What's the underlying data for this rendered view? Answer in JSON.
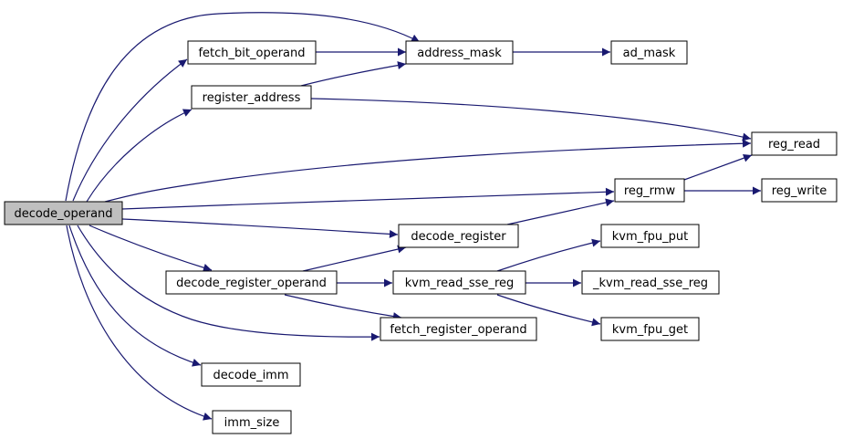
{
  "colors": {
    "edge": "#191970",
    "root_fill": "#bfbfbf",
    "node_fill": "#ffffff",
    "border": "#000000"
  },
  "nodes": {
    "decode_operand": "decode_operand",
    "fetch_bit_operand": "fetch_bit_operand",
    "register_address": "register_address",
    "address_mask": "address_mask",
    "ad_mask": "ad_mask",
    "reg_read": "reg_read",
    "reg_rmw": "reg_rmw",
    "reg_write": "reg_write",
    "decode_register": "decode_register",
    "decode_register_operand": "decode_register_operand",
    "kvm_read_sse_reg": "kvm_read_sse_reg",
    "kvm_fpu_put": "kvm_fpu_put",
    "_kvm_read_sse_reg": "_kvm_read_sse_reg",
    "kvm_fpu_get": "kvm_fpu_get",
    "fetch_register_operand": "fetch_register_operand",
    "decode_imm": "decode_imm",
    "imm_size": "imm_size"
  }
}
